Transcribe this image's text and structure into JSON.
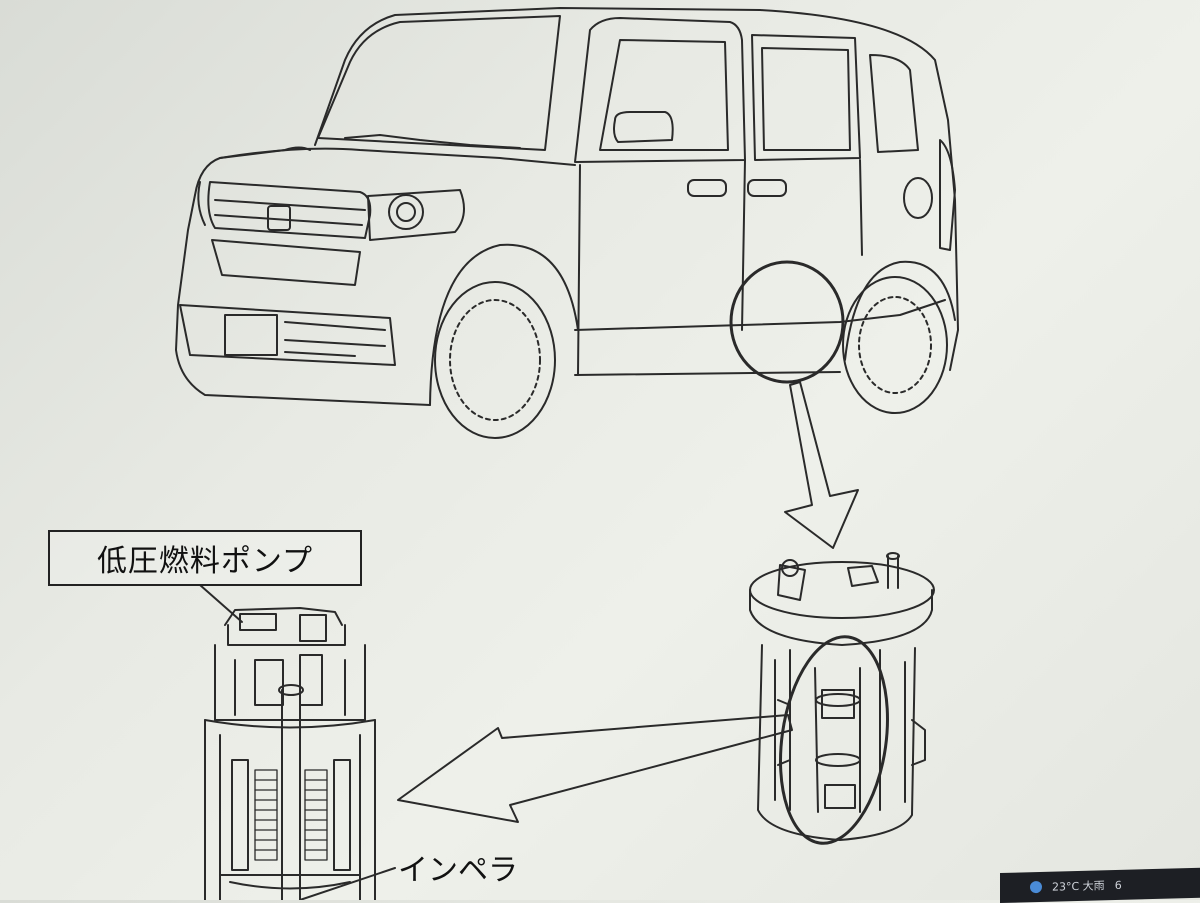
{
  "labels": {
    "pump_callout": "低圧燃料ポンプ",
    "impeller_callout": "インペラ"
  },
  "taskbar": {
    "weather": "23°C 大雨",
    "number": "6"
  },
  "colors": {
    "line": "#2a2a2a",
    "background": "#e6e8e2",
    "taskbar": "#1d1f24"
  }
}
